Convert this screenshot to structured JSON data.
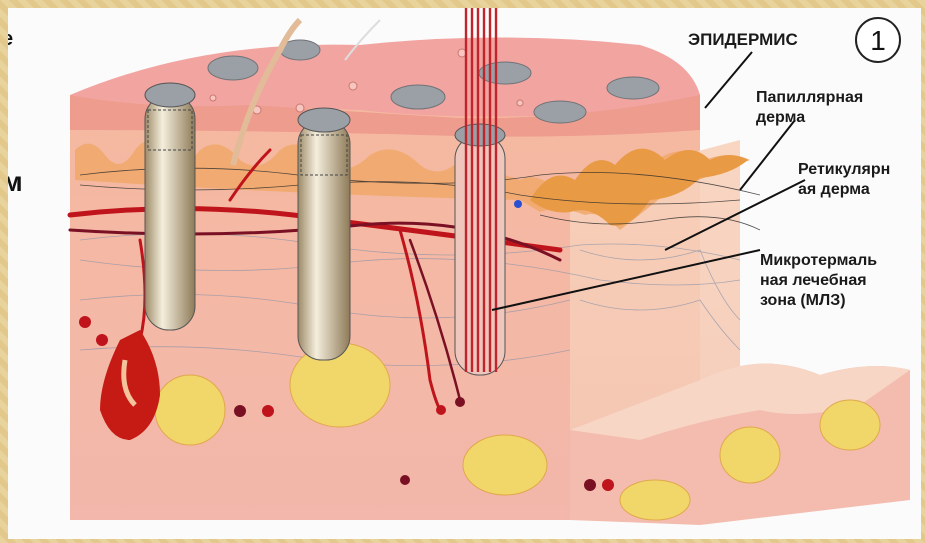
{
  "figure_number": "1",
  "labels": {
    "epidermis": "ЭПИДЕРМИС",
    "papillary": "Папиллярная\nдерма",
    "reticular": "Ретикулярн\nая дерма",
    "mtz": "Микротермаль\nная лечебная\nзона (МЛЗ)"
  },
  "edge_text": {
    "left_top": "е",
    "left_mid": "м"
  }
}
